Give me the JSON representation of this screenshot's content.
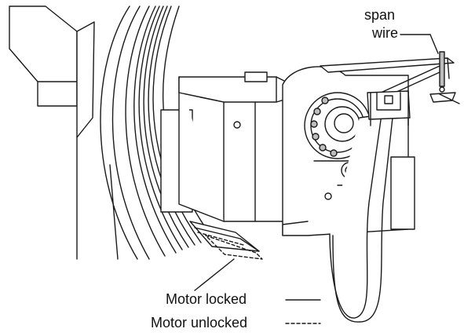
{
  "labels": {
    "span": "span",
    "wire": "wire",
    "motor_locked": "Motor locked",
    "motor_unlocked": "Motor unlocked"
  },
  "colors": {
    "line": "#1a1a1a",
    "fill": "#ffffff",
    "shade": "#bdbdbd"
  }
}
